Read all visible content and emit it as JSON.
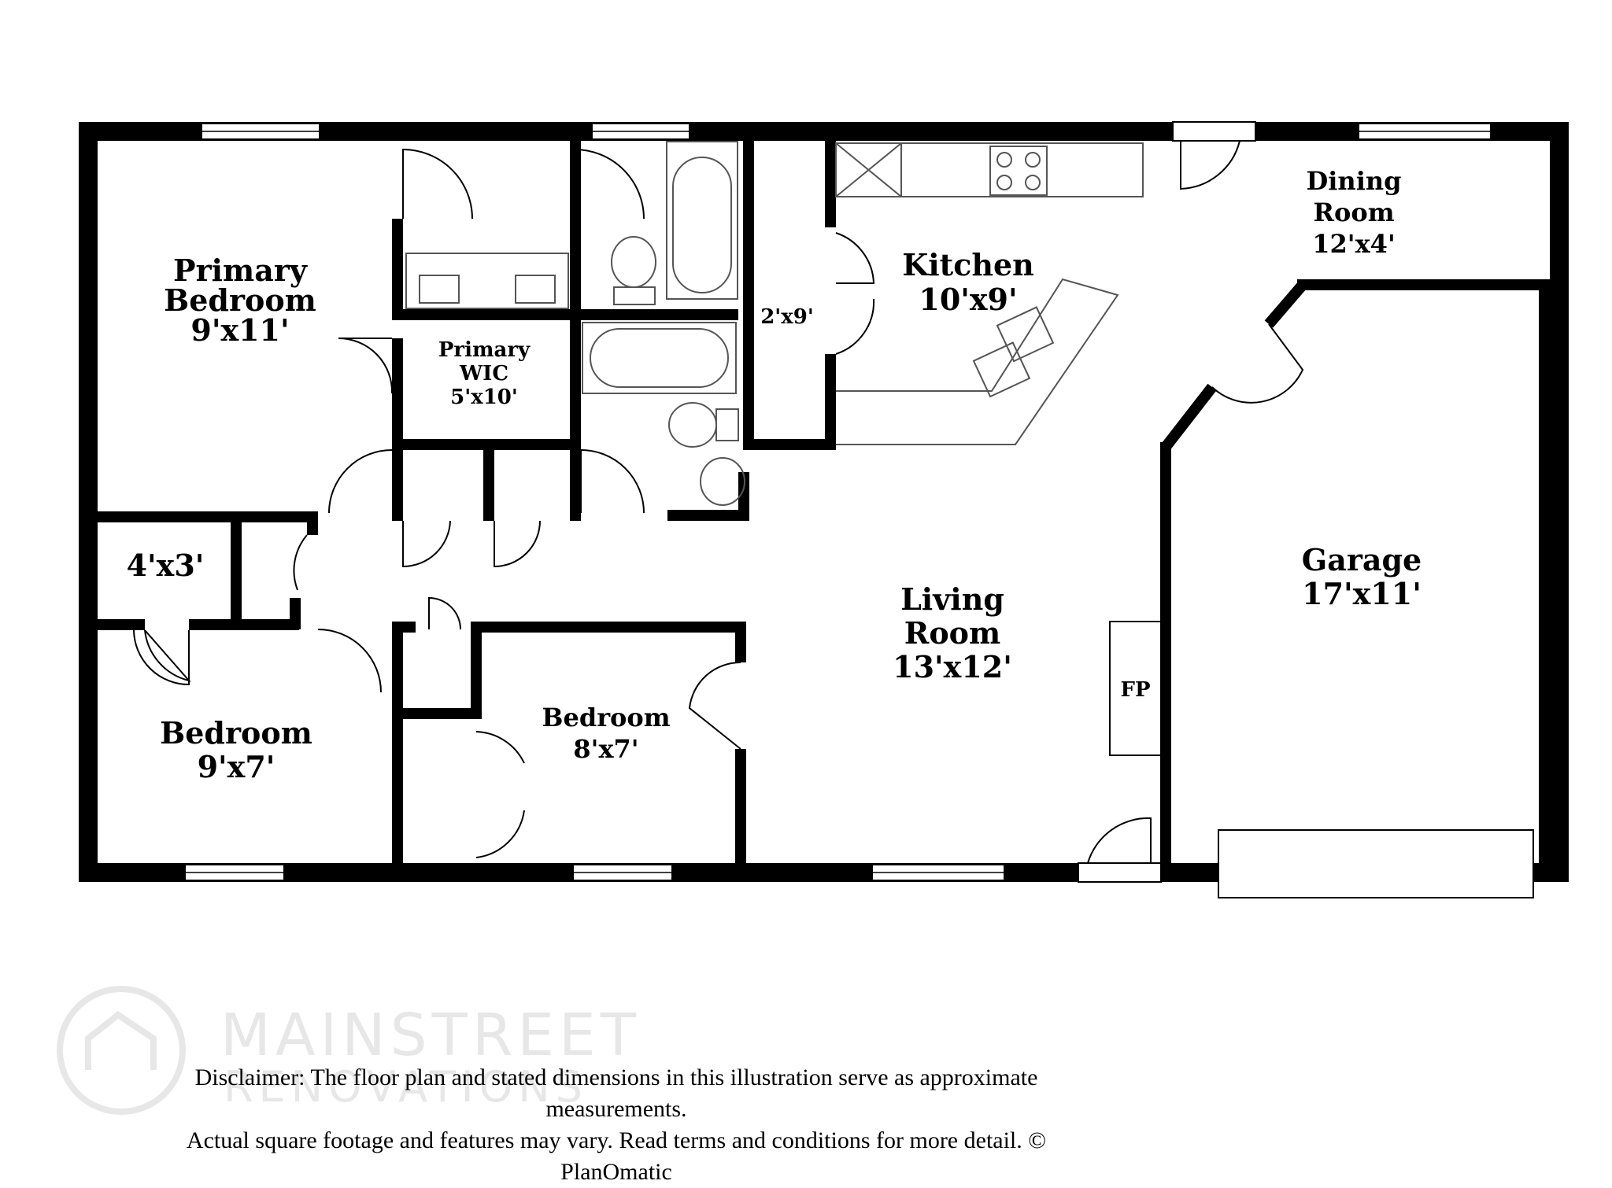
{
  "rooms": {
    "primary_bedroom": {
      "name_line1": "Primary",
      "name_line2": "Bedroom",
      "dims": "9'x11'"
    },
    "primary_wic": {
      "name_line1": "Primary",
      "name_line2": "WIC",
      "dims": "5'x10'"
    },
    "pantry": {
      "dims": "2'x9'"
    },
    "kitchen": {
      "name": "Kitchen",
      "dims": "10'x9'"
    },
    "dining_room": {
      "name_line1": "Dining",
      "name_line2": "Room",
      "dims": "12'x4'"
    },
    "closet": {
      "dims": "4'x3'"
    },
    "living_room": {
      "name_line1": "Living",
      "name_line2": "Room",
      "dims": "13'x12'"
    },
    "fireplace": {
      "label": "FP"
    },
    "garage": {
      "name": "Garage",
      "dims": "17'x11'"
    },
    "bedroom_left": {
      "name": "Bedroom",
      "dims": "9'x7'"
    },
    "bedroom_center": {
      "name": "Bedroom",
      "dims": "8'x7'"
    }
  },
  "watermark": {
    "line1": "MAINSTREET",
    "line2": "RENOVATIONS"
  },
  "disclaimer": {
    "line1": "Disclaimer: The floor plan and stated dimensions in this illustration serve as approximate measurements.",
    "line2": "Actual square footage and features may vary. Read terms and conditions for more detail. © PlanOmatic"
  },
  "colors": {
    "wall": "#000000",
    "fixture": "#555555",
    "watermark": "#e7e7e7"
  }
}
